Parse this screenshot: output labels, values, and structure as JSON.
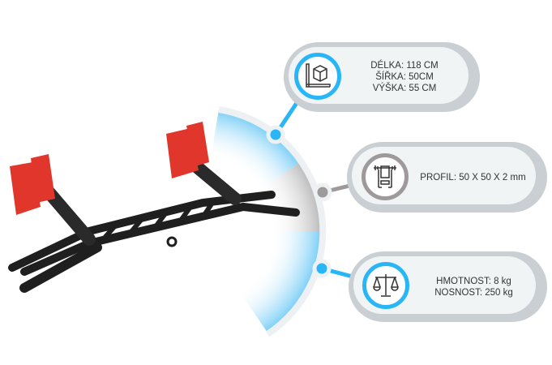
{
  "specs": [
    {
      "lines": [
        "DÉLKA: 118 CM",
        "ŠÍŘKA: 50CM",
        "VÝŠKA: 55 CM"
      ],
      "icon": "dimensions-box-icon"
    },
    {
      "lines": [
        "PROFIL: 50 X 50 X 2 mm"
      ],
      "icon": "weight-bench-icon"
    },
    {
      "lines": [
        "HMOTNOST: 8 kg",
        "NOSNOST: 250 kg"
      ],
      "icon": "balance-scale-icon"
    }
  ],
  "colors": {
    "accent": "#29b6f6",
    "gray": "#9e9a9b",
    "frame": "#e0362c",
    "bar": "#1f1f1f"
  }
}
